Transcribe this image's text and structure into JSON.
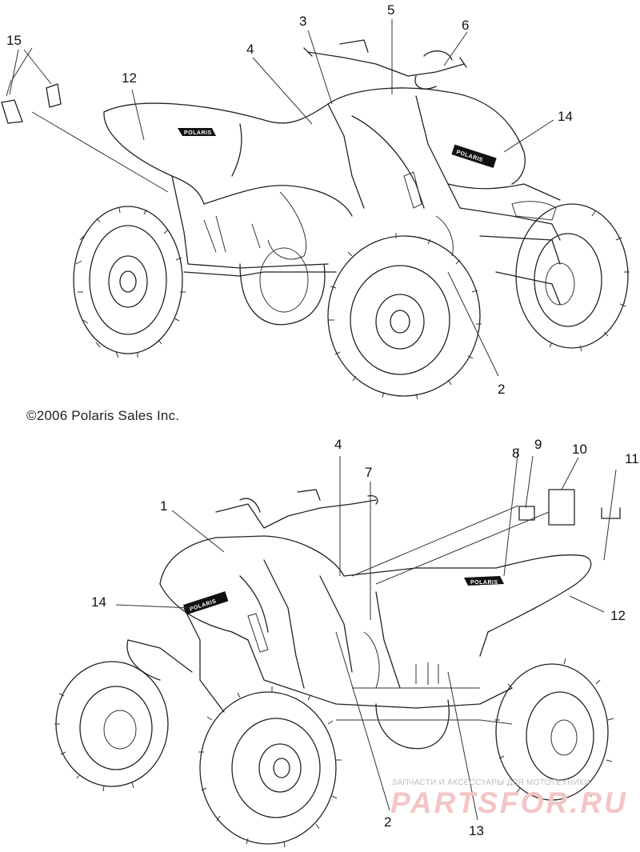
{
  "copyright": "©2006 Polaris Sales Inc.",
  "brand_logo_text": "POLARIS",
  "watermark": {
    "subtitle": "ЗАПЧАСТИ И АКСЕССУАРЫ ДЛЯ МОТОТЕХНИКИ",
    "brand": "PARTSFOR.RU",
    "color": "#f4c5c5"
  },
  "top_view": {
    "callouts": [
      "15",
      "12",
      "4",
      "3",
      "5",
      "6",
      "14",
      "2"
    ]
  },
  "bottom_view": {
    "callouts": [
      "4",
      "7",
      "8",
      "9",
      "10",
      "11",
      "1",
      "14",
      "12",
      "2",
      "13"
    ]
  }
}
